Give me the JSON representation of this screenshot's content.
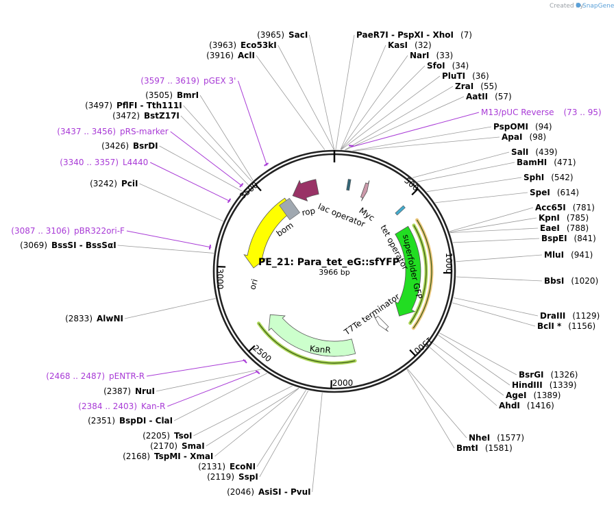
{
  "credit": {
    "created_by": "Created by",
    "brand": "SnapGene"
  },
  "plasmid": {
    "name": "PE_21: Para_tet_eG::sfYFP",
    "length": "3966 bp",
    "total_bp": 3966
  },
  "ticks": [
    {
      "pos": 500,
      "label": "500"
    },
    {
      "pos": 1000,
      "label": "1000"
    },
    {
      "pos": 1500,
      "label": "1500"
    },
    {
      "pos": 2000,
      "label": "2000"
    },
    {
      "pos": 2500,
      "label": "2500"
    },
    {
      "pos": 3000,
      "label": "3000"
    },
    {
      "pos": 3500,
      "label": "3500"
    }
  ],
  "features": [
    {
      "name": "superfolder GFP",
      "label": "superfolder GFP",
      "color": "#22dd22",
      "start": 645,
      "end": 1372,
      "kind": "arrow",
      "dir": 1
    },
    {
      "name": "ori",
      "label": "ori",
      "color": "#ffff00",
      "start": 3001,
      "end": 3590,
      "kind": "arrow",
      "dir": -1
    },
    {
      "name": "KanR",
      "label": "KanR",
      "color": "#ccffcc",
      "start": 1825,
      "end": 2600,
      "kind": "arrow",
      "dir": 1
    },
    {
      "name": "rop",
      "label": "rop",
      "color": "#993366",
      "start": 3648,
      "end": 3840,
      "kind": "arrow",
      "dir": -1
    },
    {
      "name": "bom",
      "label": "bom",
      "color": "#a0a8b0",
      "start": 3535,
      "end": 3610,
      "kind": "box"
    },
    {
      "name": "lac operator",
      "label": "lac operator",
      "color": "#336677",
      "start": 95,
      "end": 112,
      "kind": "box"
    },
    {
      "name": "Myc",
      "label": "Myc",
      "color": "#cc99aa",
      "start": 215,
      "end": 245,
      "kind": "arrow",
      "dir": 1
    },
    {
      "name": "tet operator",
      "label": "tet operator",
      "color": "#44aacc",
      "start": 510,
      "end": 530,
      "kind": "box"
    },
    {
      "name": "T7Te terminator",
      "label": "T7Te terminator",
      "color": "#ffffff",
      "start": 1495,
      "end": 1545,
      "kind": "arrow",
      "dir": 1
    }
  ],
  "enzymes": [
    {
      "name": "SacI",
      "pos_label": "(3965)",
      "pos": 3965
    },
    {
      "name": "Eco53kI",
      "pos_label": "(3963)",
      "pos": 3963
    },
    {
      "name": "AclI",
      "pos_label": "(3916)",
      "pos": 3916
    },
    {
      "name": "PaeR7I - PspXI - XhoI",
      "pos_label": "(7)",
      "pos": 7
    },
    {
      "name": "KasI",
      "pos_label": "(32)",
      "pos": 32
    },
    {
      "name": "NarI",
      "pos_label": "(33)",
      "pos": 33
    },
    {
      "name": "SfoI",
      "pos_label": "(34)",
      "pos": 34
    },
    {
      "name": "PluTI",
      "pos_label": "(36)",
      "pos": 36
    },
    {
      "name": "ZraI",
      "pos_label": "(55)",
      "pos": 55
    },
    {
      "name": "AatII",
      "pos_label": "(57)",
      "pos": 57
    },
    {
      "name": "PspOMI",
      "pos_label": "(94)",
      "pos": 94
    },
    {
      "name": "ApaI",
      "pos_label": "(98)",
      "pos": 98
    },
    {
      "name": "SalI",
      "pos_label": "(439)",
      "pos": 439
    },
    {
      "name": "BamHI",
      "pos_label": "(471)",
      "pos": 471
    },
    {
      "name": "SphI",
      "pos_label": "(542)",
      "pos": 542
    },
    {
      "name": "SpeI",
      "pos_label": "(614)",
      "pos": 614
    },
    {
      "name": "Acc65I",
      "pos_label": "(781)",
      "pos": 781
    },
    {
      "name": "KpnI",
      "pos_label": "(785)",
      "pos": 785
    },
    {
      "name": "EaeI",
      "pos_label": "(788)",
      "pos": 788
    },
    {
      "name": "BspEI",
      "pos_label": "(841)",
      "pos": 841
    },
    {
      "name": "MluI",
      "pos_label": "(941)",
      "pos": 941
    },
    {
      "name": "BbsI",
      "pos_label": "(1020)",
      "pos": 1020
    },
    {
      "name": "DraIII",
      "pos_label": "(1129)",
      "pos": 1129
    },
    {
      "name": "BclI *",
      "pos_label": "(1156)",
      "pos": 1156
    },
    {
      "name": "BsrGI",
      "pos_label": "(1326)",
      "pos": 1326
    },
    {
      "name": "HindIII",
      "pos_label": "(1339)",
      "pos": 1339
    },
    {
      "name": "AgeI",
      "pos_label": "(1389)",
      "pos": 1389
    },
    {
      "name": "AhdI",
      "pos_label": "(1416)",
      "pos": 1416
    },
    {
      "name": "NheI",
      "pos_label": "(1577)",
      "pos": 1577
    },
    {
      "name": "BmtI",
      "pos_label": "(1581)",
      "pos": 1581
    },
    {
      "name": "AsiSI - PvuI",
      "pos_label": "(2046)",
      "pos": 2046
    },
    {
      "name": "SspI",
      "pos_label": "(2119)",
      "pos": 2119
    },
    {
      "name": "EcoNI",
      "pos_label": "(2131)",
      "pos": 2131
    },
    {
      "name": "TspMI - XmaI",
      "pos_label": "(2168)",
      "pos": 2168
    },
    {
      "name": "SmaI",
      "pos_label": "(2170)",
      "pos": 2170
    },
    {
      "name": "TsoI",
      "pos_label": "(2205)",
      "pos": 2205
    },
    {
      "name": "BspDI - ClaI",
      "pos_label": "(2351)",
      "pos": 2351
    },
    {
      "name": "NruI",
      "pos_label": "(2387)",
      "pos": 2387
    },
    {
      "name": "AlwNI",
      "pos_label": "(2833)",
      "pos": 2833
    },
    {
      "name": "BssSI - BssSαI",
      "pos_label": "(3069)",
      "pos": 3069
    },
    {
      "name": "PciI",
      "pos_label": "(3242)",
      "pos": 3242
    },
    {
      "name": "BsrDI",
      "pos_label": "(3426)",
      "pos": 3426
    },
    {
      "name": "BstZ17I",
      "pos_label": "(3472)",
      "pos": 3472
    },
    {
      "name": "PflFI - Tth111I",
      "pos_label": "(3497)",
      "pos": 3497
    },
    {
      "name": "BmrI",
      "pos_label": "(3505)",
      "pos": 3505
    }
  ],
  "primers": [
    {
      "name": "M13/pUC Reverse",
      "range_label": "(73 .. 95)",
      "pos": 84
    },
    {
      "name": "pGEX 3'",
      "range_label": "(3597 .. 3619)",
      "pos": 3608
    },
    {
      "name": "pRS-marker",
      "range_label": "(3437 .. 3456)",
      "pos": 3446
    },
    {
      "name": "L4440",
      "range_label": "(3340 .. 3357)",
      "pos": 3348
    },
    {
      "name": "pBR322ori-F",
      "range_label": "(3087 .. 3106)",
      "pos": 3096
    },
    {
      "name": "pENTR-R",
      "range_label": "(2468 .. 2487)",
      "pos": 2477
    },
    {
      "name": "Kan-R",
      "range_label": "(2384 .. 2403)",
      "pos": 2393
    }
  ]
}
